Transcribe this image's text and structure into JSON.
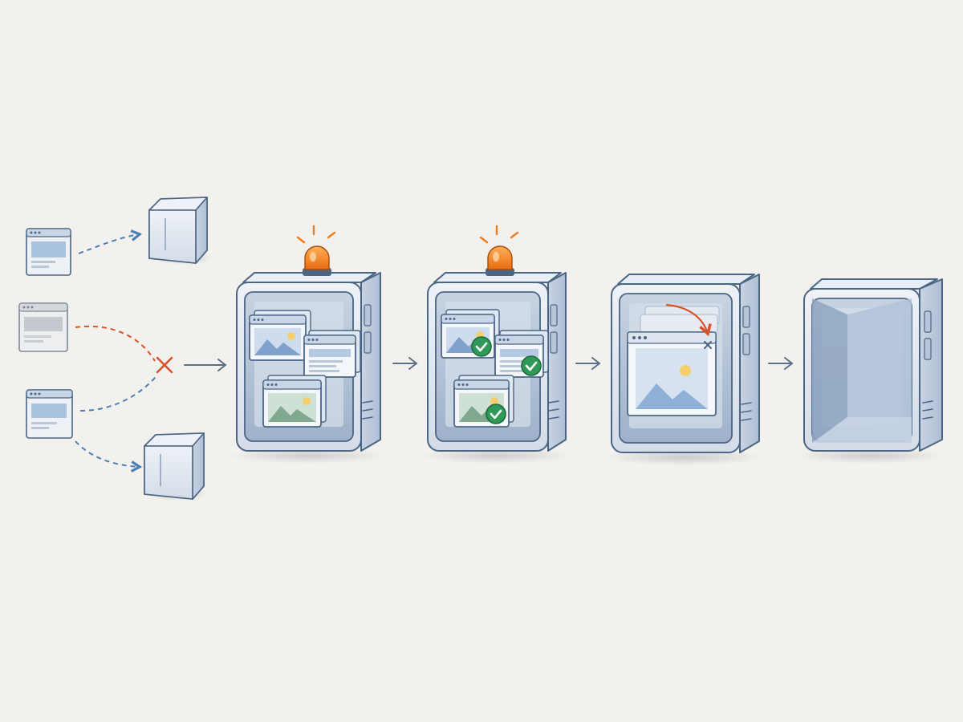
{
  "diagram": {
    "kind": "server-drain-flow",
    "colors": {
      "background": "#f3f1ed",
      "outline": "#4b6584",
      "server_face": "#dfe6ef",
      "server_inner": "#9fb3cc",
      "flow_blue": "#4a7fb5",
      "flow_failed": "#d9532b",
      "siren": "#f07b1a",
      "check": "#2f9a57",
      "arrow": "#5c6f85"
    },
    "stages": [
      {
        "id": "traffic-routing",
        "requests": 3,
        "failed_routes": 1,
        "target_cubes": 2
      },
      {
        "id": "server-alert",
        "alarm": true,
        "windows": 3,
        "checks": 0
      },
      {
        "id": "server-verify",
        "alarm": true,
        "windows": 3,
        "checks": 3
      },
      {
        "id": "server-close",
        "alarm": false,
        "windows": 1,
        "close_icon": true
      },
      {
        "id": "server-empty",
        "alarm": false,
        "windows": 0
      }
    ]
  }
}
